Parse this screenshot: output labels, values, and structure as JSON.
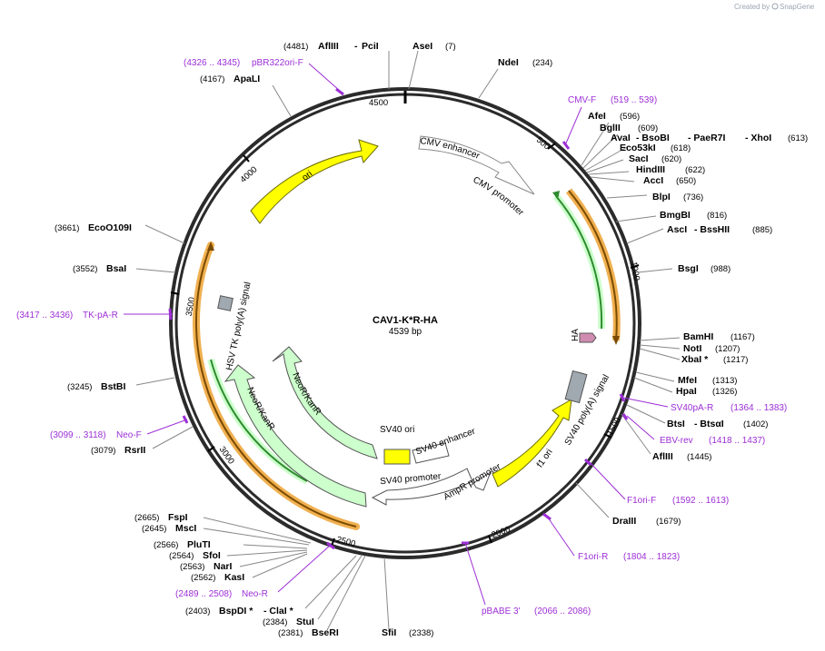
{
  "credit": {
    "created_by": "Created by",
    "brand": "SnapGene"
  },
  "plasmid": {
    "name": "CAV1-K*R-HA",
    "size_label": "4539 bp"
  },
  "ticks": [
    "500",
    "1000",
    "1500",
    "2000",
    "2500",
    "3000",
    "3500",
    "4000",
    "4500"
  ],
  "features": {
    "cmv_enhancer": "CMV enhancer",
    "cmv_promoter": "CMV promoter",
    "ori": "ori",
    "hsv_tk_polya": "HSV TK poly(A) signal",
    "ha": "HA",
    "sv40_polya": "SV40 poly(A) signal",
    "f1_ori": "f1 ori",
    "ampr_promoter": "AmpR promoter",
    "sv40_promoter": "SV40 promoter",
    "sv40_ori": "SV40 ori",
    "sv40_enhancer": "SV40 enhancer",
    "neor_kanr_1": "NeoR/KanR",
    "neor_kanr_2": "NeoR/KanR"
  },
  "enzymes": {
    "aflIII_pciI": {
      "pos": "(4481)",
      "name": "AflIII",
      "sep": "-",
      "name2": "PciI"
    },
    "aseI": {
      "name": "AseI",
      "pos": "(7)"
    },
    "ndeI": {
      "name": "NdeI",
      "pos": "(234)"
    },
    "apaLI": {
      "pos": "(4167)",
      "name": "ApaLI"
    },
    "afeI": {
      "name": "AfeI",
      "pos": "(596)"
    },
    "bglII": {
      "name": "BglII",
      "pos": "(609)"
    },
    "avaI_group": {
      "name": "AvaI",
      "name2": "- BsoBI",
      "name3": "- PaeR7I",
      "name4": "- XhoI",
      "pos": "(613)"
    },
    "eco53kI": {
      "name": "Eco53kI",
      "pos": "(618)"
    },
    "sacI": {
      "name": "SacI",
      "pos": "(620)"
    },
    "hindIII": {
      "name": "HindIII",
      "pos": "(622)"
    },
    "accI": {
      "name": "AccI",
      "pos": "(650)"
    },
    "blpI": {
      "name": "BlpI",
      "pos": "(736)"
    },
    "bmgBI": {
      "name": "BmgBI",
      "pos": "(816)"
    },
    "ascI_bssHII": {
      "name": "AscI",
      "name2": "- BssHII",
      "pos": "(885)"
    },
    "bsgI": {
      "name": "BsgI",
      "pos": "(988)"
    },
    "ecoO109I": {
      "pos": "(3661)",
      "name": "EcoO109I"
    },
    "bsaI": {
      "pos": "(3552)",
      "name": "BsaI"
    },
    "bamHI": {
      "name": "BamHI",
      "pos": "(1167)"
    },
    "notI": {
      "name": "NotI",
      "pos": "(1207)"
    },
    "xbaI": {
      "name": "XbaI *",
      "pos": "(1217)"
    },
    "mfeI": {
      "name": "MfeI",
      "pos": "(1313)"
    },
    "hpaI": {
      "name": "HpaI",
      "pos": "(1326)"
    },
    "bstBI": {
      "pos": "(3245)",
      "name": "BstBI"
    },
    "bstEII_group": {
      "name": "BtsI",
      "name2": "- BtsαI",
      "pos": "(1402)"
    },
    "aflIII_2": {
      "name": "AflIII",
      "pos": "(1445)"
    },
    "rsrII": {
      "pos": "(3079)",
      "name": "RsrII"
    },
    "draIII": {
      "name": "DraIII",
      "pos": "(1679)"
    },
    "fspI": {
      "pos": "(2665)",
      "name": "FspI"
    },
    "mscI": {
      "pos": "(2645)",
      "name": "MscI"
    },
    "pluTI": {
      "pos": "(2566)",
      "name": "PluTI"
    },
    "sfoI": {
      "pos": "(2564)",
      "name": "SfoI"
    },
    "narI": {
      "pos": "(2563)",
      "name": "NarI"
    },
    "kasI": {
      "pos": "(2562)",
      "name": "KasI"
    },
    "bspDI": {
      "pos": "(2403)",
      "name": "BspDI *",
      "name2": "- ClaI *"
    },
    "stuI": {
      "pos": "(2384)",
      "name": "StuI"
    },
    "bseRI": {
      "pos": "(2381)",
      "name": "BseRI"
    },
    "sfiI": {
      "name": "SfiI",
      "pos": "(2338)"
    }
  },
  "primers": {
    "pbr322ori_f": {
      "range": "(4326 .. 4345)",
      "name": "pBR322ori-F"
    },
    "cmv_f": {
      "name": "CMV-F",
      "range": "(519 .. 539)"
    },
    "tk_pa_r": {
      "range": "(3417 .. 3436)",
      "name": "TK-pA-R"
    },
    "sv40pa_r": {
      "name": "SV40pA-R",
      "range": "(1364 .. 1383)"
    },
    "ebv_rev": {
      "name": "EBV-rev",
      "range": "(1418 .. 1437)"
    },
    "neo_f": {
      "range": "(3099 .. 3118)",
      "name": "Neo-F"
    },
    "f1ori_f": {
      "name": "F1ori-F",
      "range": "(1592 .. 1613)"
    },
    "f1ori_r": {
      "name": "F1ori-R",
      "range": "(1804 .. 1823)"
    },
    "neo_r": {
      "range": "(2489 .. 2508)",
      "name": "Neo-R"
    },
    "pbabe3": {
      "name": "pBABE 3'",
      "range": "(2066 .. 2086)"
    }
  },
  "colors": {
    "backbone": "#2b2b2b",
    "ori": "#ffff00",
    "neor": "#ccffcc",
    "primer": "#9d2fd6",
    "orange_bar": "#f0b050",
    "green_bar": "#2e8b2e",
    "grey_box": "#a0a8b0",
    "ha": "#d08bb0"
  }
}
